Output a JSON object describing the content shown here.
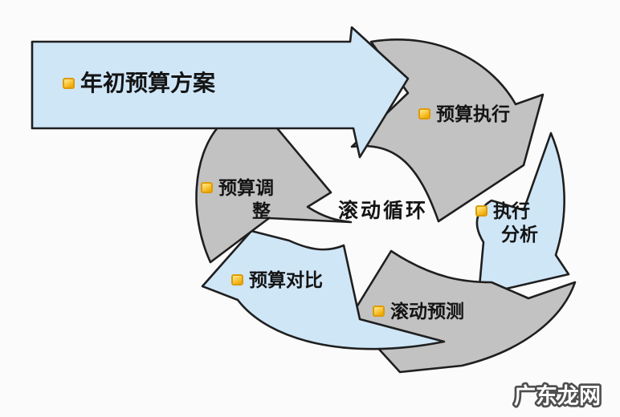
{
  "diagram": {
    "title_hint": "rolling-budget-cycle-diagram",
    "background": "#fbfbfc",
    "colors": {
      "arrow_blue": "#cfe6f7",
      "arrow_gray": "#c2c2c2",
      "outline": "#1f1f1f",
      "text": "#141414",
      "bullet_fill": "#f2ab06",
      "bullet_border": "#dc9b07",
      "watermark_fill": "#ffffff",
      "watermark_stroke": "#4f4f4f"
    },
    "entry_arrow": {
      "label": "年初预算方案",
      "bullet_icon": "square-bullet-icon"
    },
    "center_label": "滚动循环",
    "cycle_steps": [
      {
        "id": "budget-execution",
        "label": "预算执行",
        "color": "gray"
      },
      {
        "id": "execution-analysis",
        "label": "执行分析",
        "label_line1": "执行",
        "label_line2": "分析",
        "color": "blue"
      },
      {
        "id": "rolling-forecast",
        "label": "滚动预测",
        "color": "gray"
      },
      {
        "id": "budget-comparison",
        "label": "预算对比",
        "color": "blue"
      },
      {
        "id": "budget-adjustment",
        "label": "预算调整",
        "label_line1": "预算调",
        "label_line2": "整",
        "color": "gray"
      }
    ],
    "watermark": "广东龙网"
  }
}
